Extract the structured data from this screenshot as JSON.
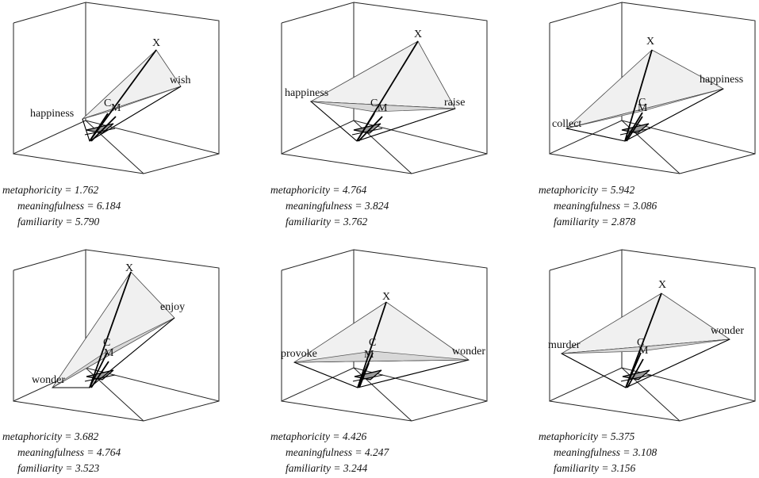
{
  "panels": [
    {
      "x_label": "X",
      "left_word": "happiness",
      "right_word": "wish",
      "c_label": "C",
      "m_label": "M",
      "stats": [
        {
          "name": "metaphoricity",
          "value": "1.762"
        },
        {
          "name": "meaningfulness",
          "value": "6.184"
        },
        {
          "name": "familiarity",
          "value": "5.790"
        }
      ]
    },
    {
      "x_label": "X",
      "left_word": "happiness",
      "right_word": "raise",
      "c_label": "C",
      "m_label": "M",
      "stats": [
        {
          "name": "metaphoricity",
          "value": "4.764"
        },
        {
          "name": "meaningfulness",
          "value": "3.824"
        },
        {
          "name": "familiarity",
          "value": "3.762"
        }
      ]
    },
    {
      "x_label": "X",
      "left_word": "collect",
      "right_word": "happiness",
      "c_label": "C",
      "m_label": "M",
      "stats": [
        {
          "name": "metaphoricity",
          "value": "5.942"
        },
        {
          "name": "meaningfulness",
          "value": "3.086"
        },
        {
          "name": "familiarity",
          "value": "2.878"
        }
      ]
    },
    {
      "x_label": "X",
      "left_word": "wonder",
      "right_word": "enjoy",
      "c_label": "C",
      "m_label": "M",
      "stats": [
        {
          "name": "metaphoricity",
          "value": "3.682"
        },
        {
          "name": "meaningfulness",
          "value": "4.764"
        },
        {
          "name": "familiarity",
          "value": "3.523"
        }
      ]
    },
    {
      "x_label": "X",
      "left_word": "provoke",
      "right_word": "wonder",
      "c_label": "C",
      "m_label": "M",
      "stats": [
        {
          "name": "metaphoricity",
          "value": "4.426"
        },
        {
          "name": "meaningfulness",
          "value": "4.247"
        },
        {
          "name": "familiarity",
          "value": "3.244"
        }
      ]
    },
    {
      "x_label": "X",
      "left_word": "murder",
      "right_word": "wonder",
      "c_label": "C",
      "m_label": "M",
      "stats": [
        {
          "name": "metaphoricity",
          "value": "5.375"
        },
        {
          "name": "meaningfulness",
          "value": "3.108"
        },
        {
          "name": "familiarity",
          "value": "3.156"
        }
      ]
    }
  ]
}
